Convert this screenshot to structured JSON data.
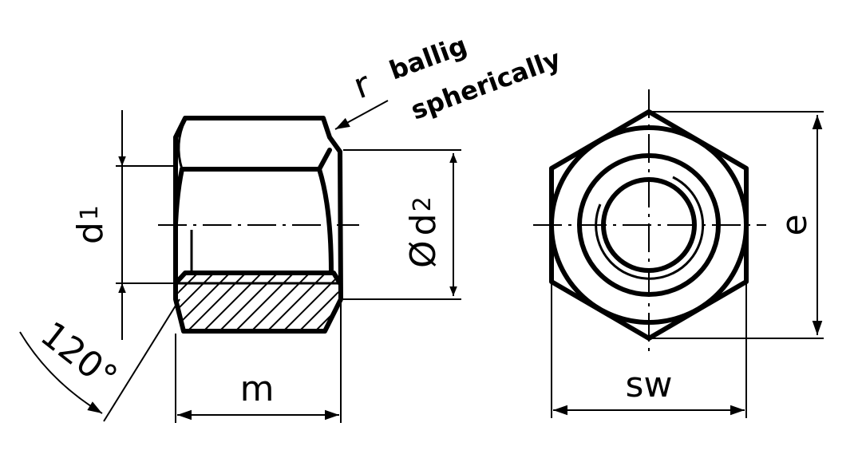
{
  "labels": {
    "r": "r",
    "ballig": "ballig",
    "spherically": "spherically",
    "d1_base": "d",
    "d1_sub": "1",
    "d2_prefix": "Ø",
    "d2_base": "d",
    "d2_sub": "2",
    "e": "e",
    "m": "m",
    "sw": "sw",
    "angle": "120°"
  }
}
